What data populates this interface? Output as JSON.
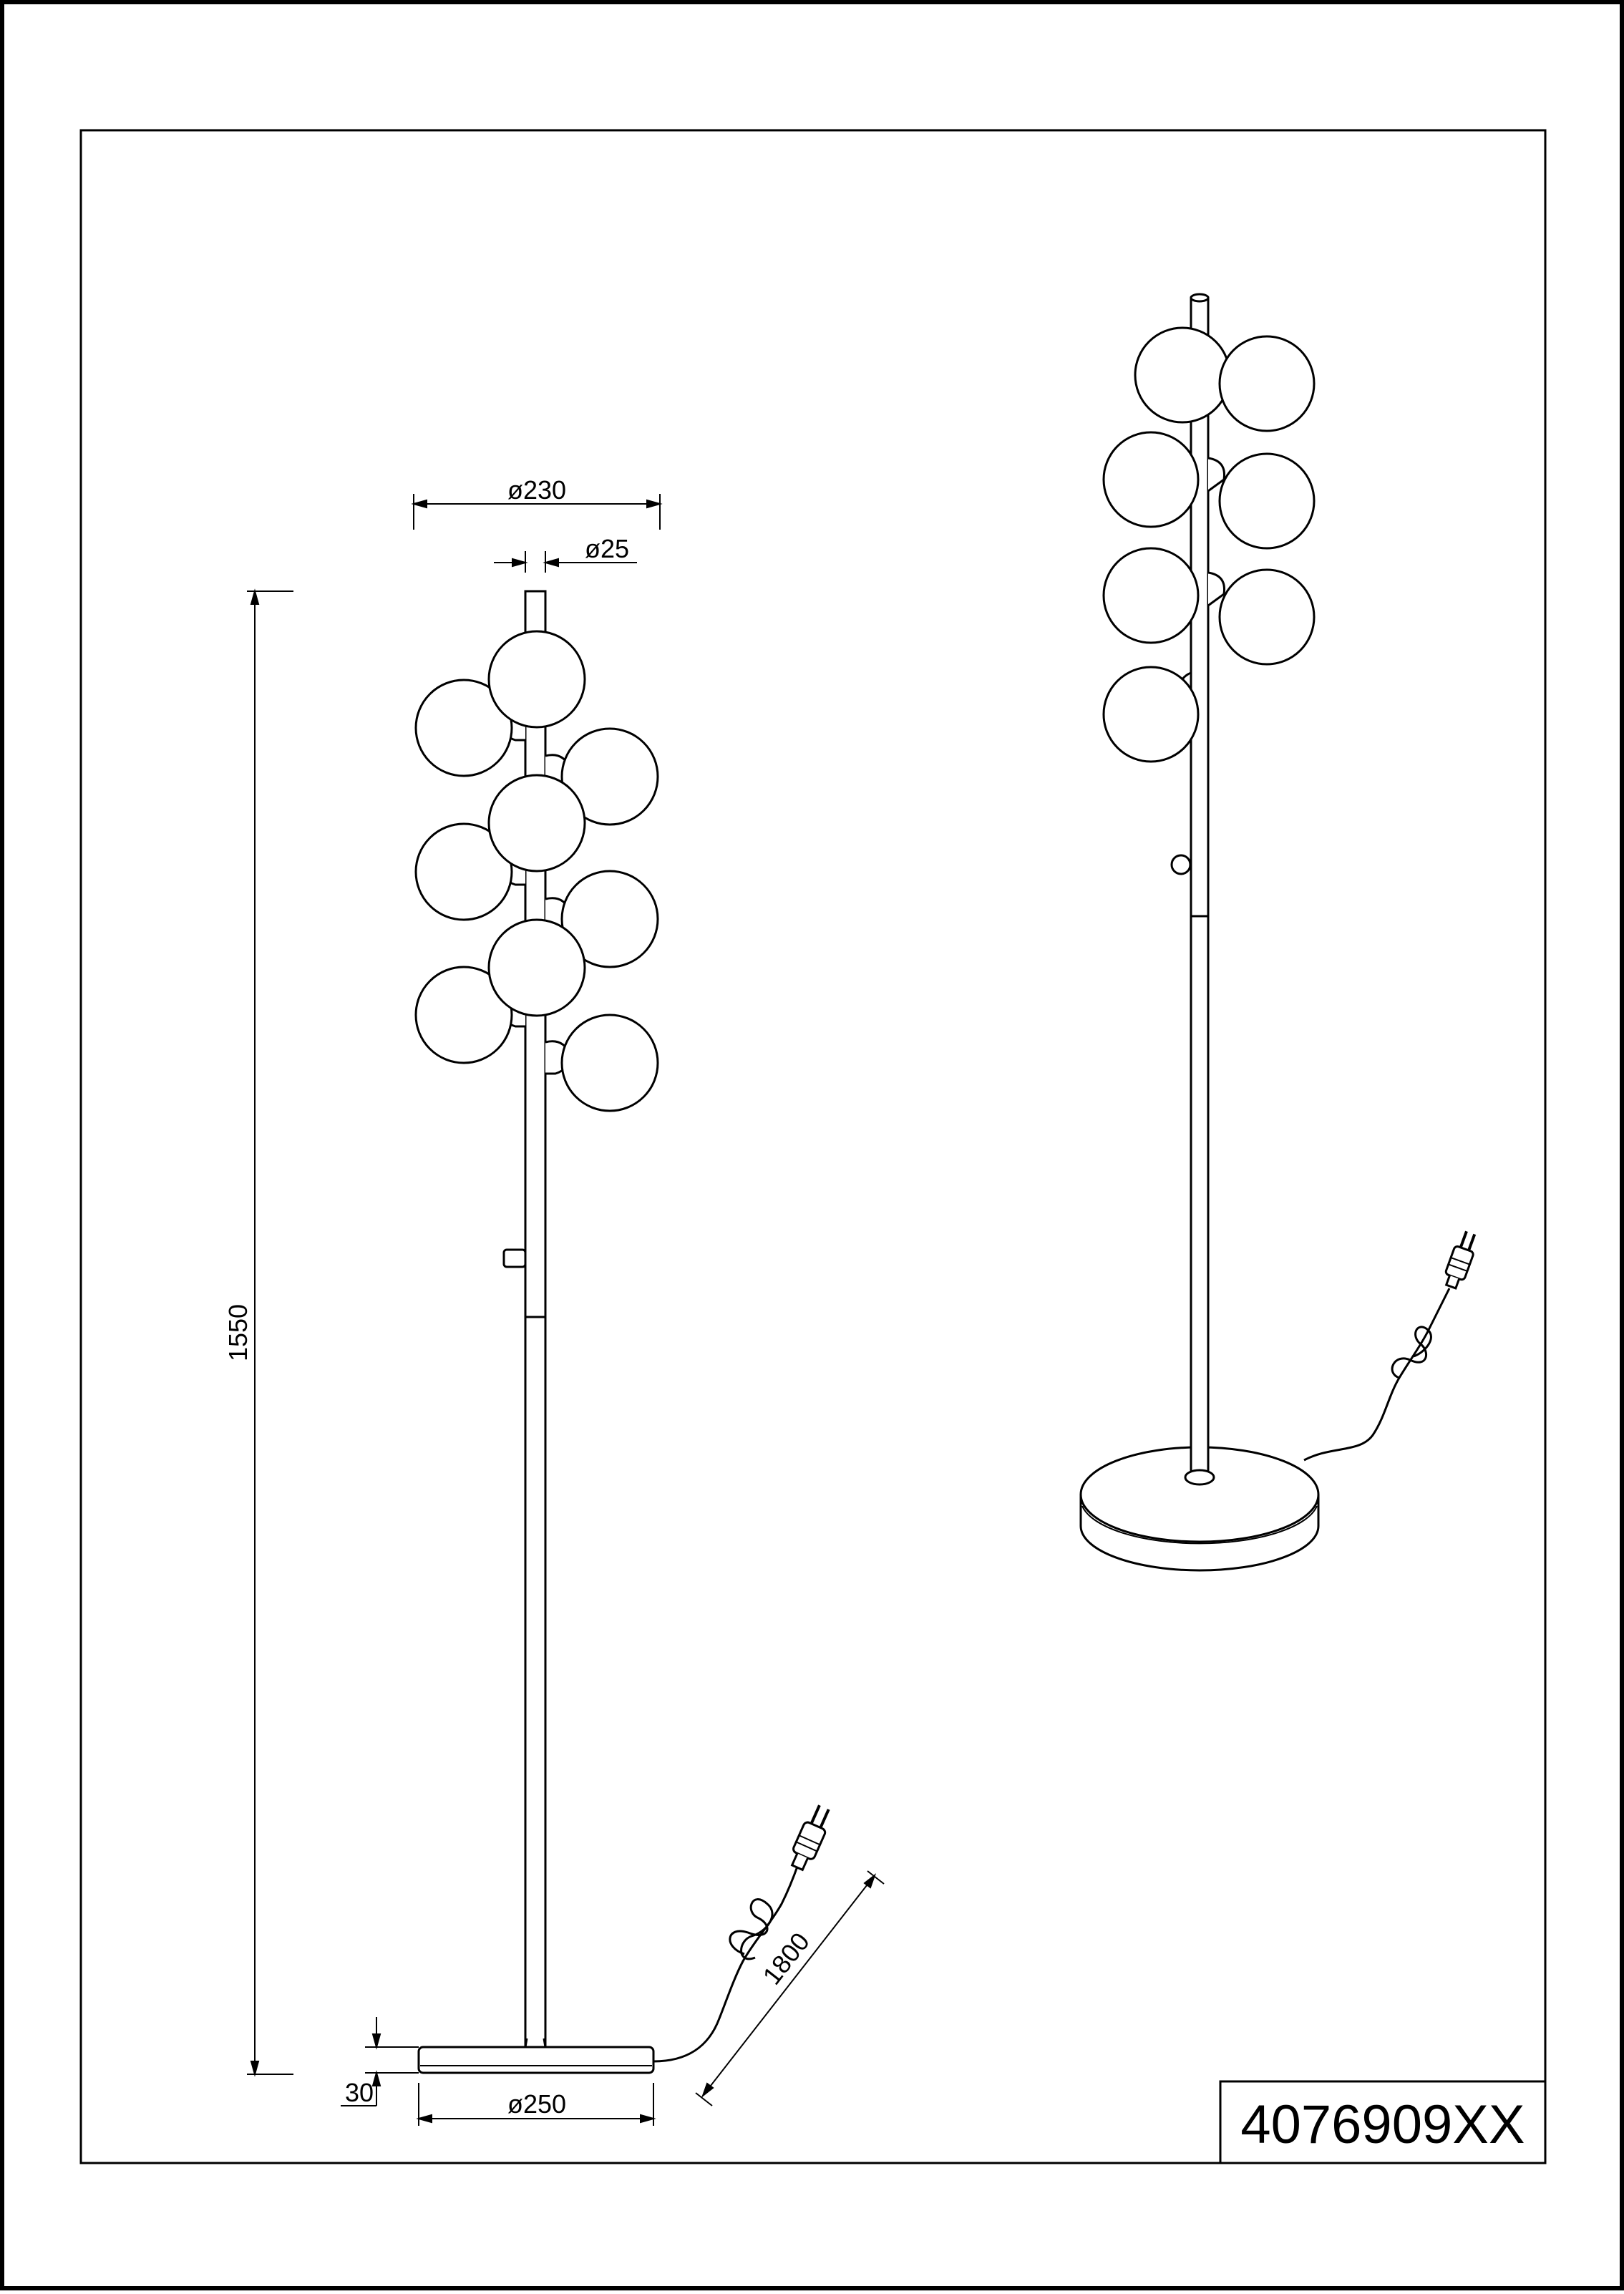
{
  "drawing": {
    "dimensions": {
      "overall_diameter": "ø230",
      "pole_diameter": "ø25",
      "height": "1550",
      "base_height": "30",
      "base_diameter": "ø250",
      "cable_length": "1800"
    },
    "model_number": "4076909XX"
  },
  "colors": {
    "line": "#000000",
    "background": "#ffffff"
  }
}
